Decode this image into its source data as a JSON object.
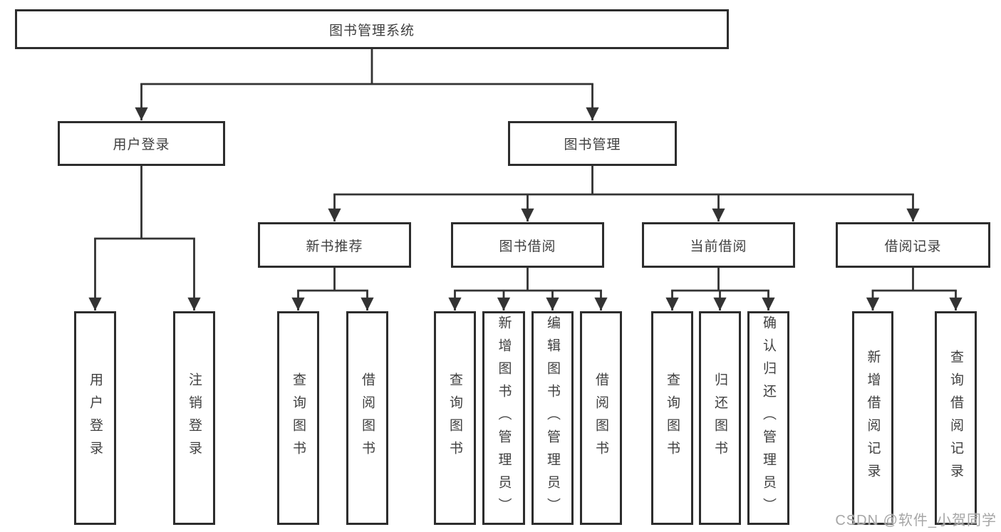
{
  "root": {
    "label": "图书管理系统"
  },
  "watermark": "CSDN @软件_小贺同学",
  "colors": {
    "line": "#333333",
    "box_border": "#2d2d2d",
    "text": "#404040",
    "watermark": "#a6a6a6",
    "background": "#ffffff"
  },
  "level1": [
    {
      "label": "用户登录"
    },
    {
      "label": "图书管理"
    }
  ],
  "level2": [
    {
      "label": "新书推荐"
    },
    {
      "label": "图书借阅"
    },
    {
      "label": "当前借阅"
    },
    {
      "label": "借阅记录"
    }
  ],
  "leaves": {
    "user_login": [
      {
        "label": "用户登录"
      },
      {
        "label": "注销登录"
      }
    ],
    "new_book_recommend": [
      {
        "label": "查询图书"
      },
      {
        "label": "借阅图书"
      }
    ],
    "book_borrow": [
      {
        "label": "查询图书"
      },
      {
        "label": "新增图书（管理员）"
      },
      {
        "label": "编辑图书（管理员）"
      },
      {
        "label": "借阅图书"
      }
    ],
    "current_borrow": [
      {
        "label": "查询图书"
      },
      {
        "label": "归还图书"
      },
      {
        "label": "确认归还（管理员）"
      }
    ],
    "borrow_record": [
      {
        "label": "新增借阅记录"
      },
      {
        "label": "查询借阅记录"
      }
    ]
  }
}
